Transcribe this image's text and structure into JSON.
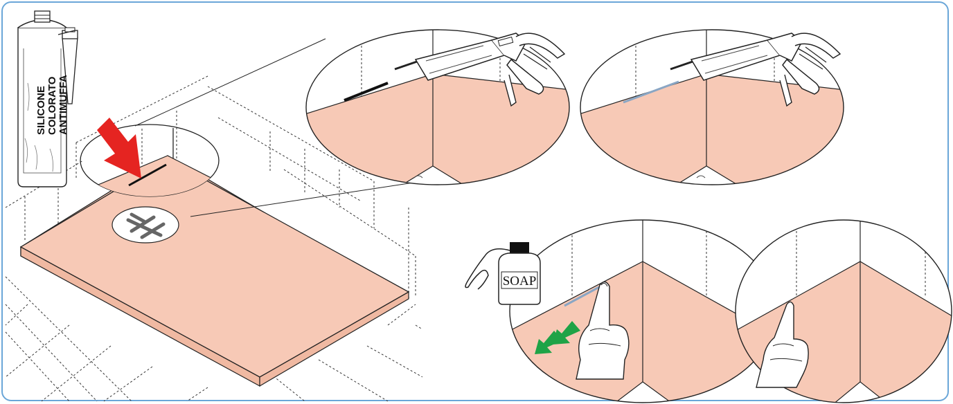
{
  "cartridge": {
    "label_lines": [
      "SILICONE",
      "COLORATO",
      "ANTIMUFFA"
    ]
  },
  "soap_bottle": {
    "label": "SOAP"
  },
  "colors": {
    "tray": "#f7c9b6",
    "tray_edge": "#e8aa92",
    "frame": "#6aa6d8",
    "red_arrow": "#e52421",
    "green_arrow": "#1fa347",
    "line": "#222222"
  },
  "icons": {
    "cartridge": "silicone-cartridge-icon",
    "gun": "caulking-gun-icon",
    "bottle": "soap-bottle-icon",
    "finger": "finger-icon",
    "drain": "drain-cover-icon"
  }
}
